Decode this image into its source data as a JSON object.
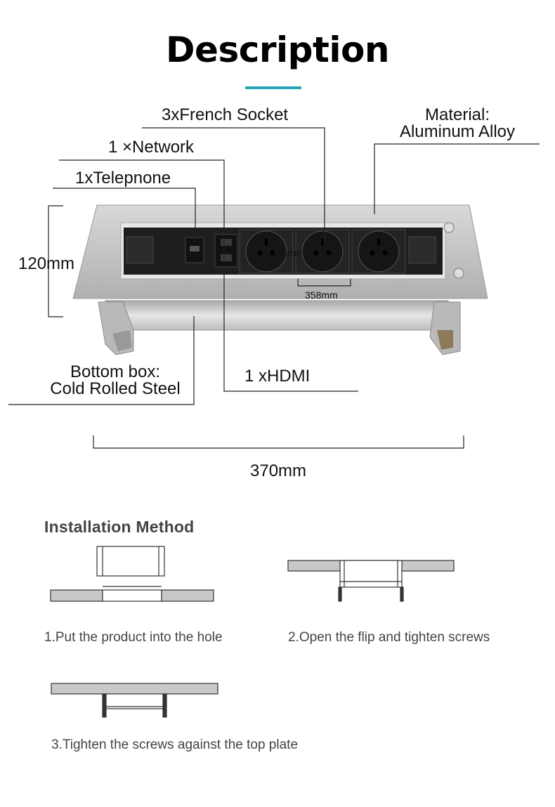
{
  "title": "Description",
  "colors": {
    "accent": "#27a3b8",
    "plate": "#c8c8c8",
    "panel": "#1c1c1c"
  },
  "callouts": {
    "french_socket": "3xFrench Socket",
    "material_line1": "Material:",
    "material_line2": "Aluminum Alloy",
    "network": "1 ×Network",
    "telephone": "1xTelepnone",
    "height": "120mm",
    "socket_height": "108mm",
    "socket_width": "358mm",
    "bottom_line1": "Bottom box:",
    "bottom_line2": "Cold Rolled Steel",
    "hdmi": "1 xHDMI",
    "total_width": "370mm"
  },
  "installation": {
    "title": "Installation Method",
    "steps": [
      "1.Put the product into the hole",
      "2.Open the flip and tighten screws",
      "3.Tighten the screws against the top plate"
    ]
  }
}
